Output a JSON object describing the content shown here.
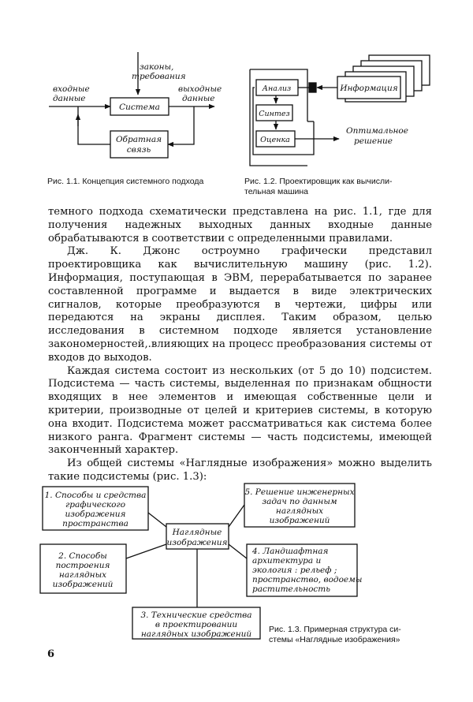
{
  "fig1": {
    "laws": [
      "законы,",
      "требования"
    ],
    "input": [
      "входные",
      "данные"
    ],
    "output": [
      "выходные",
      "данные"
    ],
    "system": "Система",
    "feedback": [
      "Обратная",
      "связь"
    ]
  },
  "fig2": {
    "analysis": "Анализ",
    "synthesis": "Синтез",
    "evaluation": "Оценка",
    "information": "Информация",
    "optimal": [
      "Оптимальное",
      "решение"
    ]
  },
  "captions": {
    "c1": "Рис. 1.1. Концепция системного подхода",
    "c2_line1": "Рис. 1.2. Проектировщик как вычисли-",
    "c2_line2": "тельная машина",
    "c3_line1": "Рис. 1.3. Примерная структура си-",
    "c3_line2": "стемы «Наглядные изображения»"
  },
  "paragraphs": [
    "темного подхода схематически представлена на рис. 1.1, где для получения надежных выходных данных входные данные обрабатываются в соответствии с определенными правилами.",
    "Дж. К. Джонс остроумно графически представил проектировщика как вычислительную машину (рис. 1.2). Информация, поступающая в ЭВМ, перерабатывается по заранее составленной программе и выдается в виде электрических сигналов, которые преобразуются в чертежи, цифры или передаются на экраны дисплея. Таким образом, целью исследования в системном подходе является установление закономерностей,.влияющих на процесс преобразования системы от входов до выходов.",
    "Каждая система состоит из нескольких (от 5 до 10) подсистем. Подсистема — часть системы, выделенная по признакам общности входящих в нее элементов и имеющая собственные цели и критерии, производные от целей и критериев системы, в которую она входит. Подсистема может рассматриваться как система более низкого ранга. Фрагмент системы — часть подсистемы, имеющей законченный характер.",
    "Из общей системы «Наглядные изображения» можно выделить такие подсистемы (рис. 1.3):"
  ],
  "fig3": {
    "center": [
      "Наглядные",
      "изображения"
    ],
    "box1": [
      "1. Способы и средства",
      "графического",
      "изображения",
      "пространства"
    ],
    "box2": [
      "2. Способы",
      "построения",
      "наглядных",
      "изображений"
    ],
    "box3": [
      "3. Технические средства",
      "в проектировании",
      "наглядных изображений"
    ],
    "box4": [
      "4. Ландшафтная",
      "архитектура и",
      "экология : рельеф ;",
      "пространство, водоемы",
      "растительность"
    ],
    "box5": [
      "5. Решение инженерных",
      "задач по данным",
      "наглядных",
      "изображений"
    ]
  },
  "page_number": "6"
}
